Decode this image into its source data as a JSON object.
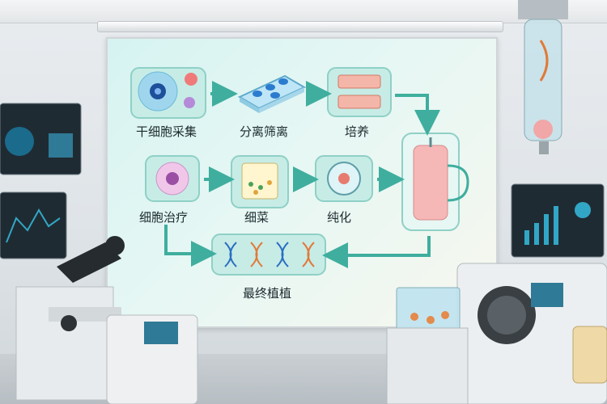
{
  "diagram": {
    "steps": [
      {
        "id": "collect",
        "label": "干细胞采集",
        "icon": "cell-icon"
      },
      {
        "id": "separate",
        "label": "分离筛离",
        "icon": "petri-dish-icon"
      },
      {
        "id": "culture",
        "label": "培养",
        "icon": "culture-plates-icon"
      },
      {
        "id": "bioreactor",
        "label": "",
        "icon": "bioreactor-icon"
      },
      {
        "id": "therapy",
        "label": "细胞治疗",
        "icon": "cell-icon"
      },
      {
        "id": "expand",
        "label": "细菜",
        "icon": "beaker-icon"
      },
      {
        "id": "purify",
        "label": "纯化",
        "icon": "dish-icon"
      },
      {
        "id": "transplant",
        "label": "最终植植",
        "icon": "dna-icon"
      }
    ]
  },
  "colors": {
    "box_fill": "#c7ece6",
    "box_border": "#8fd0c6",
    "arrow": "#3fae9e",
    "text": "#1c2a2e"
  }
}
